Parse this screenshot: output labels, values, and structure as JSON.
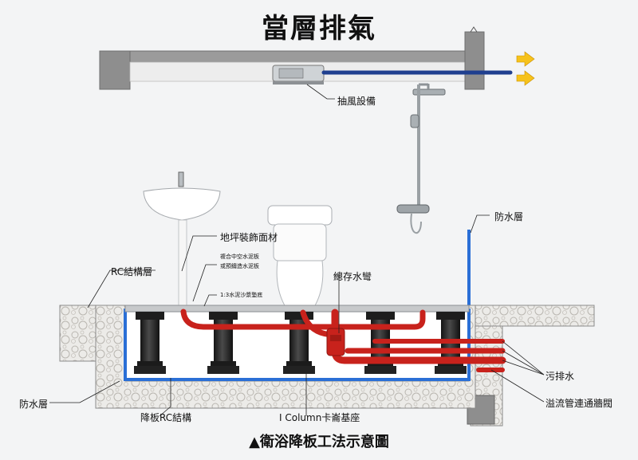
{
  "title": "當層排氣",
  "caption": "▲衛浴降板工法示意圖",
  "labels": {
    "exhaust_equipment": "抽風設備",
    "waterproof_layer_right": "防水層",
    "floor_finish": "地坪裝飾面材",
    "composite_board_1": "複合中空水泥板",
    "composite_board_2": "或預鑄造水泥板",
    "rc_structure_layer": "RC結構層",
    "mortar_base": "1:3水泥沙漿墊底",
    "trap": "總存水彎",
    "drain": "污排水",
    "waterproof_layer_left": "防水層",
    "lowered_rc": "降板RC結構",
    "i_column": "I Column卡崙基座",
    "overflow_pipe": "溢流管連通牆閥"
  },
  "colors": {
    "pipe_red": "#c8221c",
    "waterproof_blue": "#2a6fd6",
    "duct_blue": "#1f3f8f",
    "arrow_yellow": "#f6c21b",
    "concrete": "#8a8a8a"
  }
}
